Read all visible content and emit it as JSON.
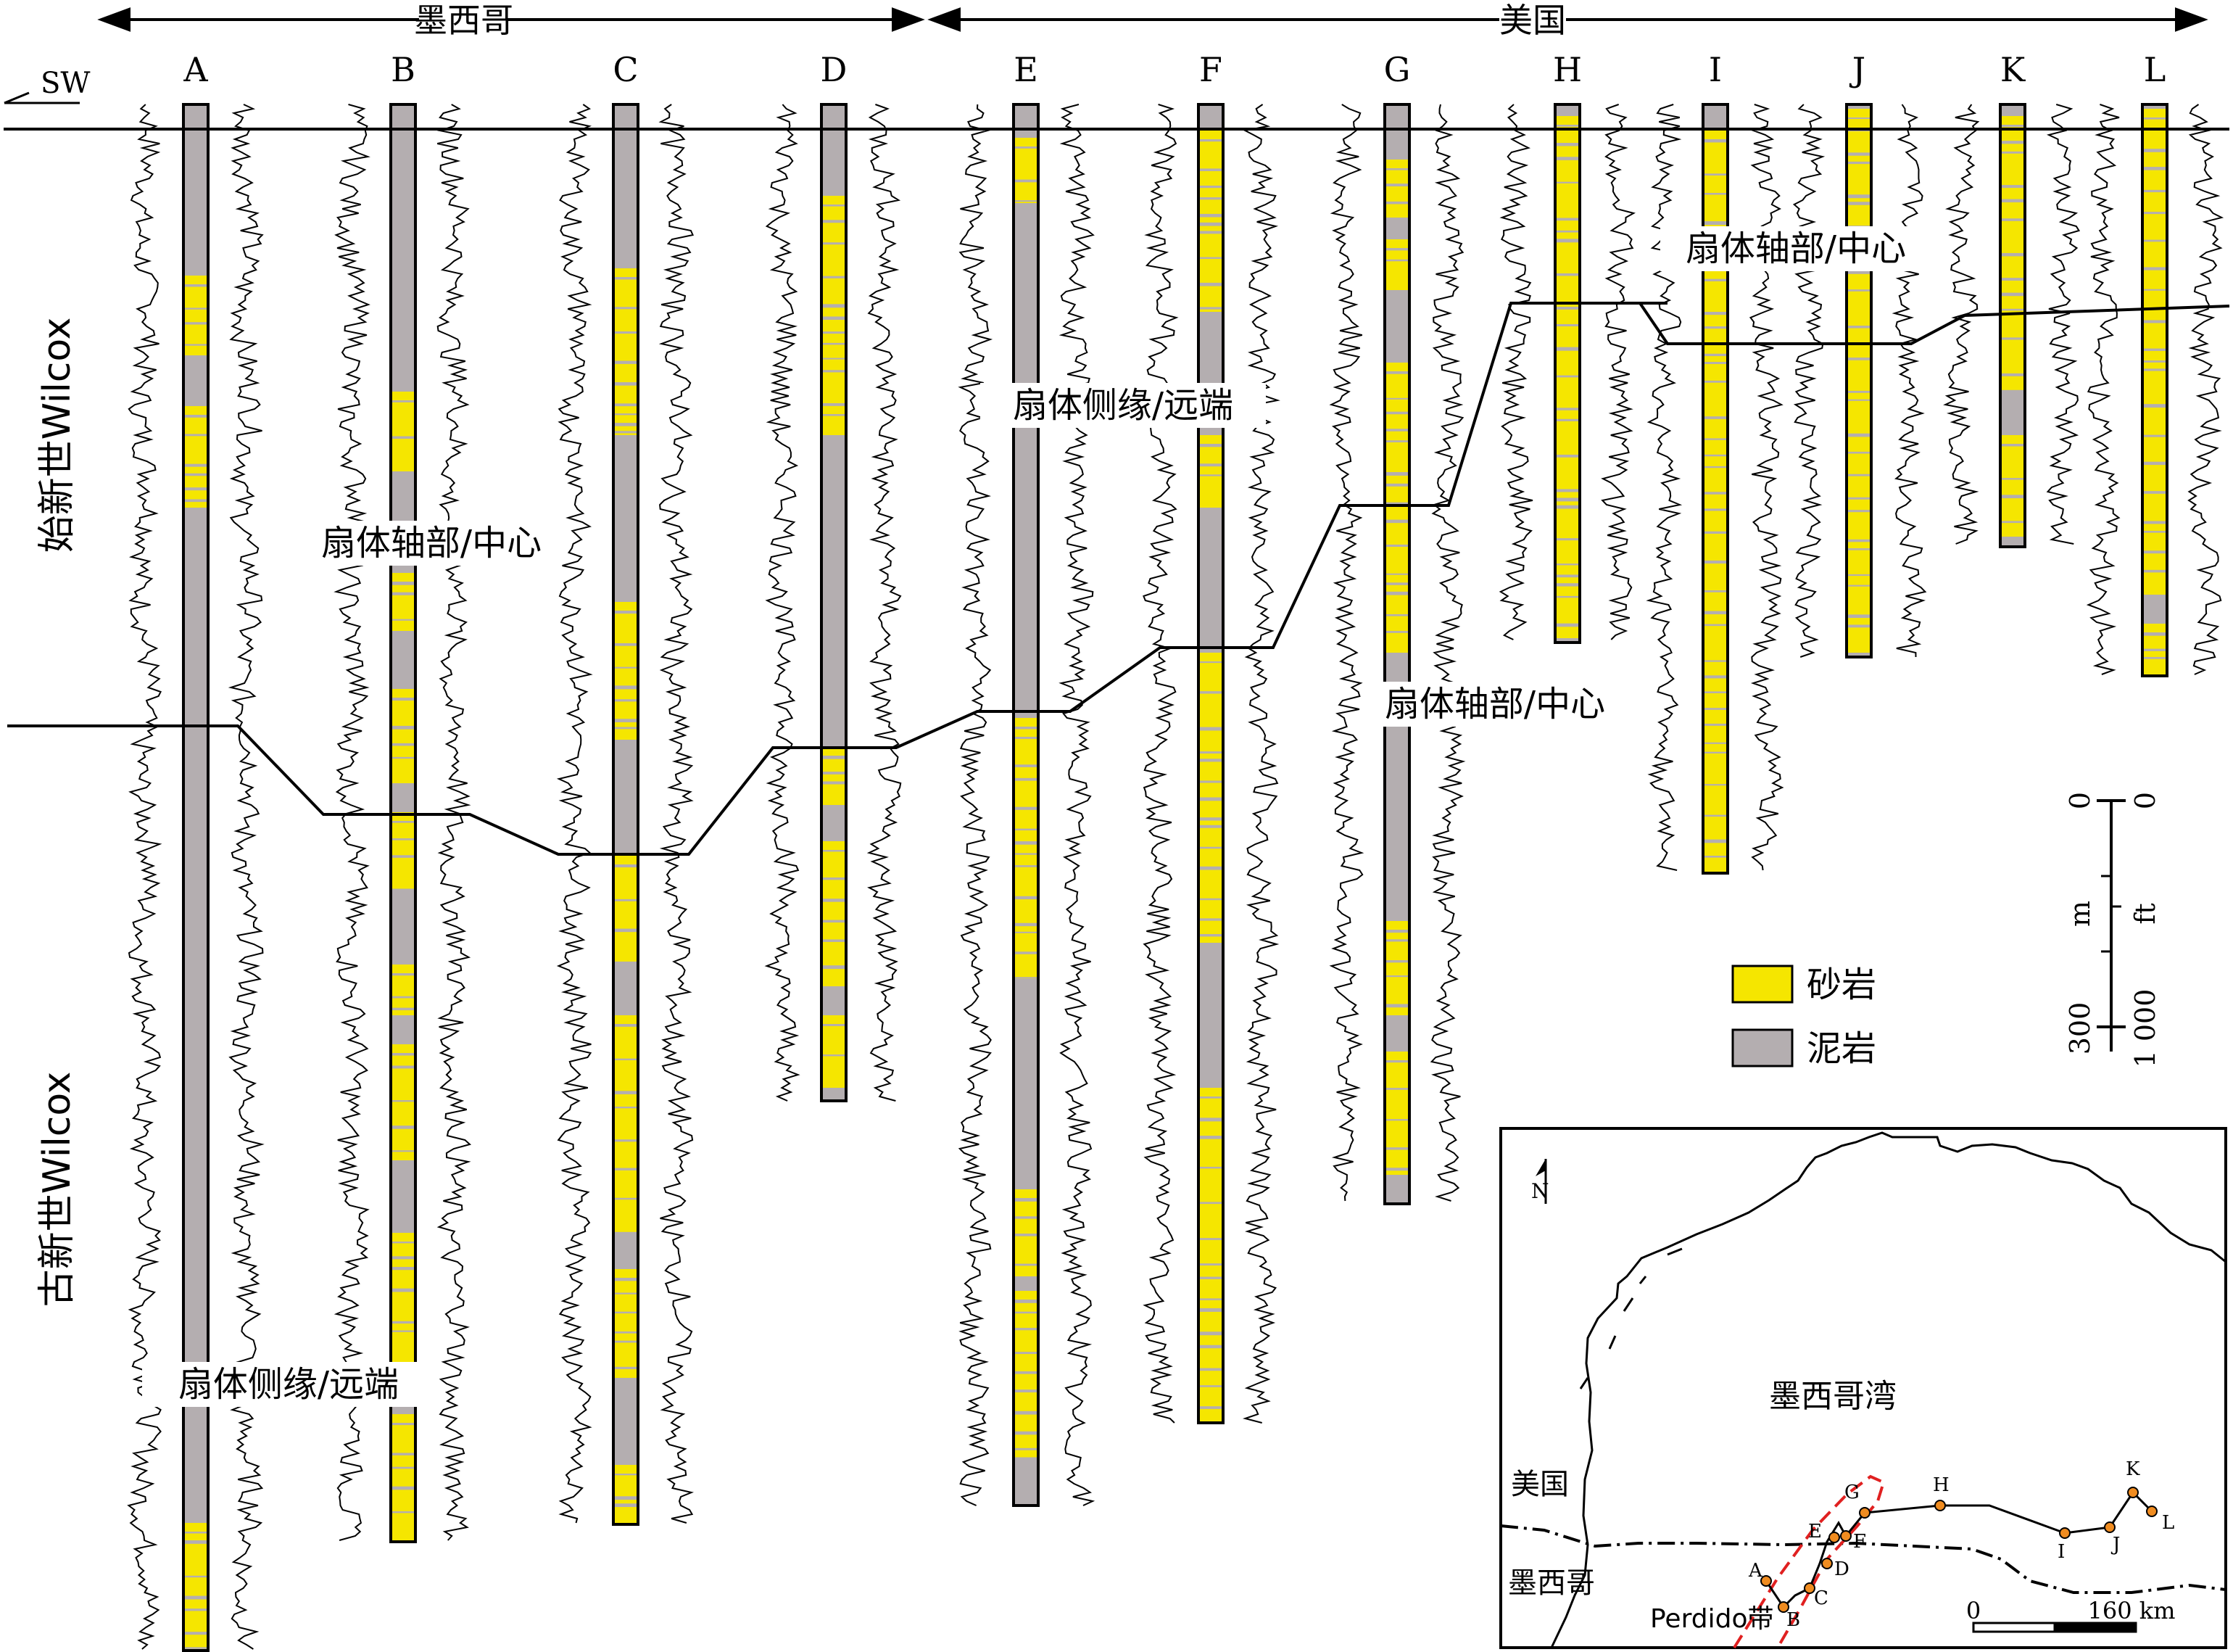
{
  "header": {
    "left_region": "墨西哥",
    "right_region": "美国",
    "direction": "SW"
  },
  "zones": {
    "upper": "始新世Wilcox",
    "lower": "古新世Wilcox"
  },
  "wells": [
    "A",
    "B",
    "C",
    "D",
    "E",
    "F",
    "G",
    "H",
    "I",
    "J",
    "K",
    "L"
  ],
  "annotations": {
    "fan_axis_1": "扇体轴部/中心",
    "fan_axis_2": "扇体轴部/中心",
    "fan_axis_3": "扇体轴部/中心",
    "fan_margin_1": "扇体侧缘/远端",
    "fan_margin_2": "扇体侧缘/远端"
  },
  "legend": {
    "sandstone": "砂岩",
    "mudstone": "泥岩",
    "sandstone_color": "#f5e600",
    "mudstone_color": "#b4aeb0"
  },
  "scale": {
    "m_label": "m",
    "ft_label": "ft",
    "m_zero": "0",
    "ft_zero": "0",
    "m_max": "300",
    "ft_max": "1 000"
  },
  "inset": {
    "gulf_label": "墨西哥湾",
    "usa_label": "美国",
    "mexico_label": "墨西哥",
    "belt_label": "Perdido带",
    "north": "N",
    "scale_zero": "0",
    "scale_max": "160 km",
    "points": [
      "A",
      "B",
      "C",
      "D",
      "E",
      "F",
      "G",
      "H",
      "I",
      "J",
      "K",
      "L"
    ]
  }
}
